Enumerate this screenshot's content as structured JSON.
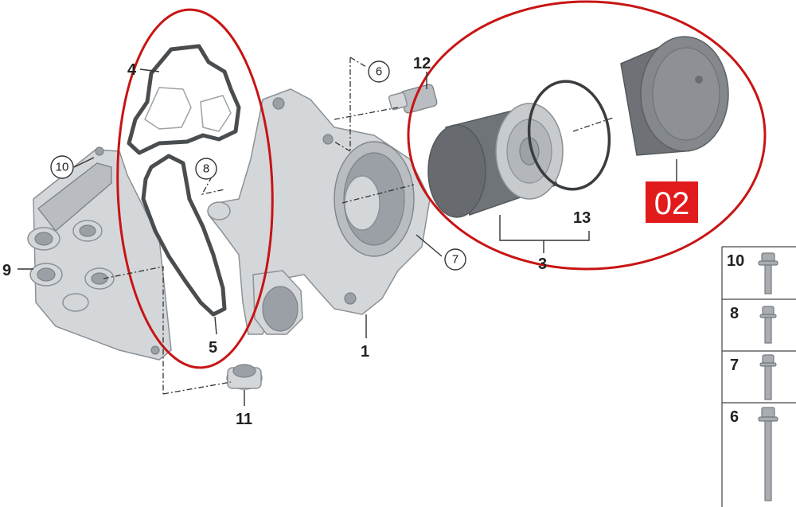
{
  "callouts": {
    "p1": "1",
    "p3": "3",
    "p4": "4",
    "p5": "5",
    "p6": "6",
    "p7": "7",
    "p8": "8",
    "p9": "9",
    "p10": "10",
    "p11": "11",
    "p12": "12",
    "p13": "13"
  },
  "badge": {
    "text": "02",
    "color": "#e11b1b"
  },
  "highlight_color": "#c81414",
  "bolt_table": {
    "rows": [
      {
        "label": "10",
        "part": "flange-bolt"
      },
      {
        "label": "8",
        "part": "short-bolt"
      },
      {
        "label": "7",
        "part": "medium-bolt"
      },
      {
        "label": "6",
        "part": "long-bolt"
      }
    ]
  }
}
